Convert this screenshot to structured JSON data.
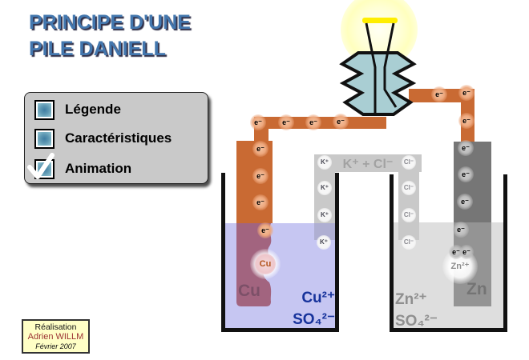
{
  "title": {
    "line1": "PRINCIPE D'UNE",
    "line2": "PILE DANIELL"
  },
  "menu": {
    "items": [
      {
        "label": "Légende",
        "checked": false
      },
      {
        "label": "Caractéristiques",
        "checked": false
      },
      {
        "label": "Animation",
        "checked": true
      }
    ]
  },
  "bridge": {
    "label": "K⁺ + Cl⁻"
  },
  "symbols": {
    "electron": "e⁻",
    "potassium": "K⁺",
    "chloride": "Cl⁻"
  },
  "left_cell": {
    "electrode_label": "Cu",
    "atom_label": "Cu",
    "cation": "Cu²⁺",
    "anion": "SO₄²⁻"
  },
  "right_cell": {
    "electrode_label": "Zn",
    "ion_label": "Zn²⁺",
    "cation": "Zn²⁺",
    "anion": "SO₄²⁻"
  },
  "credit": {
    "line1": "Réalisation",
    "line2": "Adrien WILLM",
    "line3": "Février 2007"
  },
  "colors": {
    "title_blue": "#4377ae",
    "wire_copper": "#c96a33",
    "copper_below_water": "#a2647f",
    "zinc_above_water": "#767676",
    "zinc_below_water": "#949494",
    "cuso4_solution": "#c6c6f2",
    "znso4_solution": "#dedede",
    "salt_bridge_gray": "#c9c9c9",
    "bulb_base_teal": "#a9ced3",
    "filament_yellow": "#ffee00",
    "panel_gray": "#c9c9c9",
    "credit_bg": "#ffffc6",
    "cu_solution_text": "#16329b",
    "zn_solution_text": "#8f8f8f",
    "checkbox_teal": "#5d97b2"
  }
}
